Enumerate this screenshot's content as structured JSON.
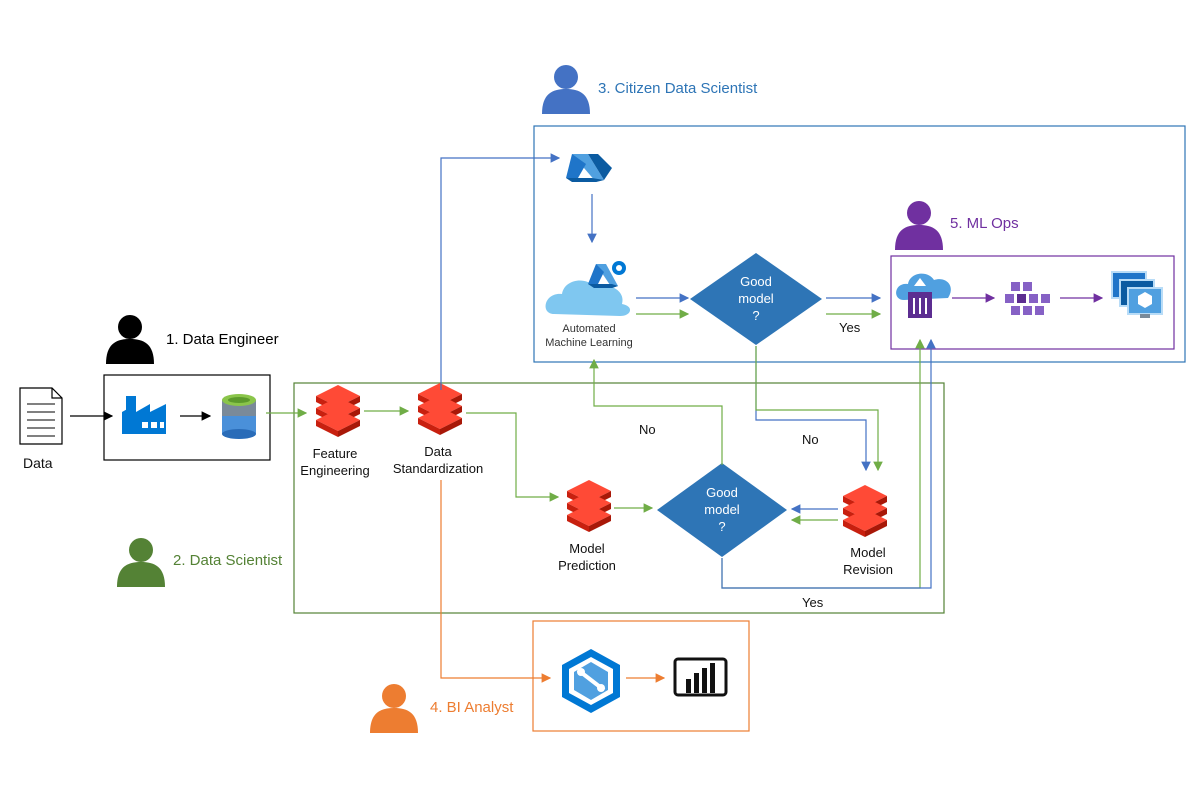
{
  "data_label": "Data",
  "personas": {
    "data_engineer": "1. Data Engineer",
    "data_scientist": "2. Data Scientist",
    "citizen_data_scientist": "3. Citizen Data Scientist",
    "bi_analyst": "4. BI Analyst",
    "ml_ops": "5. ML Ops"
  },
  "nodes": {
    "feature_engineering": "Feature\nEngineering",
    "data_standardization": "Data\nStandardization",
    "model_prediction": "Model\nPrediction",
    "model_revision": "Model\nRevision",
    "automated_ml": "Automated\nMachine Learning"
  },
  "decisions": {
    "top": "Good\nmodel\n?",
    "bottom": "Good\nmodel\n?"
  },
  "edge_labels": {
    "yes_top": "Yes",
    "no_top": "No",
    "no_left": "No",
    "yes_bottom": "Yes"
  },
  "colors": {
    "data_engineer": "#000000",
    "data_scientist": "#548235",
    "citizen_data_scientist": "#2e75b6",
    "bi_analyst": "#ed7d31",
    "ml_ops": "#7030a0",
    "decision": "#2e75b6",
    "databricks": "#e2311d",
    "arrow_blue": "#4472c4",
    "arrow_green": "#70ad47"
  }
}
